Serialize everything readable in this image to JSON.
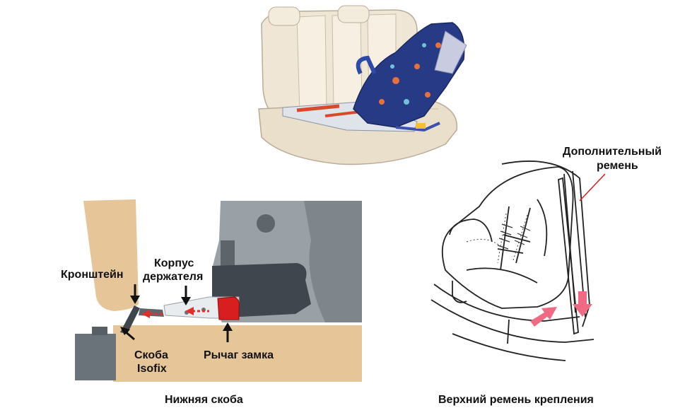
{
  "labels": {
    "bracket": "Кронштейн",
    "holder_body_1": "Корпус",
    "holder_body_2": "держателя",
    "isofix_clip_1": "Скоба",
    "isofix_clip_2": "Isofix",
    "lock_lever": "Рычаг замка",
    "extra_strap_1": "Дополнительный",
    "extra_strap_2": "ремень"
  },
  "captions": {
    "lower": "Нижняя скоба",
    "upper": "Верхний ремень крепления"
  },
  "colors": {
    "seat_beige": "#efe6d6",
    "child_seat_blue": "#263a86",
    "wood": "#e6c699",
    "metal_grey": "#8e959b",
    "dark_grey": "#3f464d",
    "lever_red": "#d81e1e",
    "arrow_red": "#e0302a",
    "pink_arrow": "#f06a84"
  }
}
